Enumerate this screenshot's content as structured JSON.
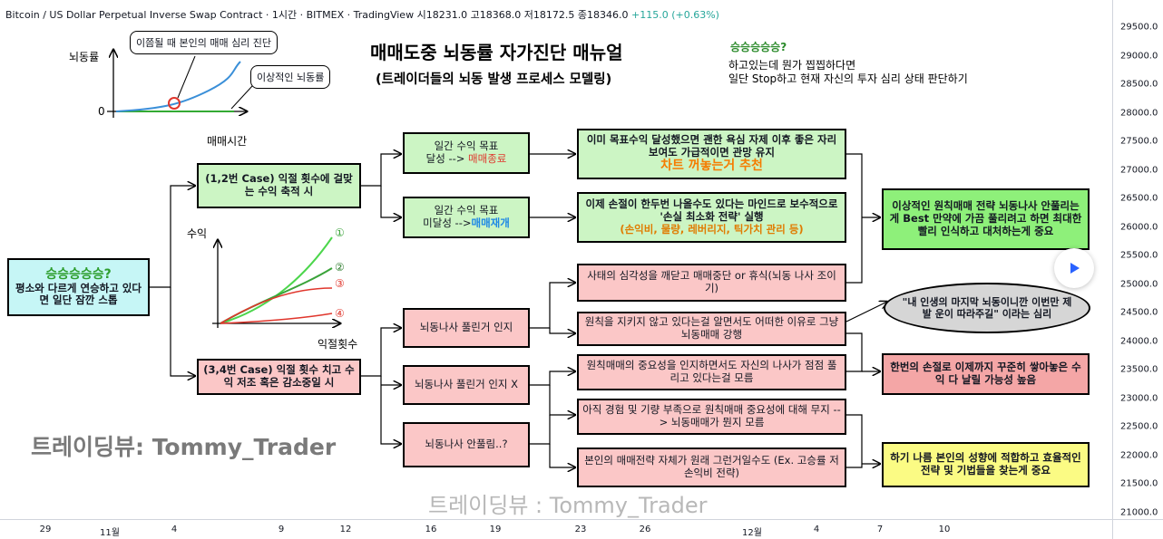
{
  "header": {
    "symbol": "Bitcoin / US Dollar Perpetual Inverse Swap Contract · 1시간 · BITMEX · TradingView",
    "ohlc": " 시18231.0 고18368.0 저18172.5 종18346.0",
    "change": " +115.0 (+0.63%)"
  },
  "price_axis": [
    "29500.0",
    "29000.0",
    "28500.0",
    "28000.0",
    "27500.0",
    "27000.0",
    "26500.0",
    "26000.0",
    "25500.0",
    "25000.0",
    "24500.0",
    "24000.0",
    "23500.0",
    "23000.0",
    "22500.0",
    "22000.0",
    "21500.0",
    "21000.0"
  ],
  "time_axis": [
    "29",
    "11월",
    "4",
    "9",
    "12",
    "16",
    "19",
    "23",
    "26",
    "12월",
    "4",
    "7",
    "10"
  ],
  "main_title": "매매도중 뇌동률 자가진단 매뉴얼",
  "sub_title": "(트레이더들의 뇌동 발생 프로세스 모델링)",
  "top_right": {
    "heading": "승승승승승?",
    "line1": "하고있는데 뭔가 찝찝하다면",
    "line2": "일단 Stop하고 현재 자신의 투자 심리 상태 판단하기"
  },
  "chart1": {
    "ylabel": "뇌동률",
    "xlabel": "매매시간",
    "zero": "0",
    "callout1": "이쯤될 때 본인의 매매 심리 진단",
    "callout2": "이상적인 뇌동률"
  },
  "chart2": {
    "ylabel": "수익",
    "xlabel": "익절횟수",
    "markers": [
      "①",
      "②",
      "③",
      "④"
    ]
  },
  "boxes": {
    "root_title": "승승승승승?",
    "root_body": "평소와 다르게 연승하고 있다면 일단 잠깐 스톱",
    "case12": "(1,2번 Case) 익절 횟수에 걸맞는 수익 축적 시",
    "case34": "(3,4번 Case) 익절 횟수 치고 수익 저조 혹은 감소중일 시",
    "goal_met_a": "일간 수익 목표",
    "goal_met_b": "달성 --> ",
    "goal_met_c": "매매종료",
    "goal_unmet_a": "일간 수익 목표",
    "goal_unmet_b": "미달성 -->",
    "goal_unmet_c": "매매재개",
    "met_result_a": "이미 목표수익 달성했으면 괜한 욕심 자제 이후 좋은 자리 보여도 가급적이면 관망 유지",
    "met_result_b": "차트 꺼놓는거 추천",
    "unmet_result_a": "이제 손절이 한두번 나올수도 있다는 마인드로 보수적으로 '손실 최소화 전략' 실행",
    "unmet_result_b": "(손익비, 물량, 레버리지, 틱가치 관리 등)",
    "ideal": "이상적인 원칙매매 전략 뇌동나사 안풀리는게 Best 만약에 가끔 풀리려고 하면 최대한 빨리 인식하고 대처하는게 중요",
    "loose": "뇌동나사 풀린거 인지",
    "notloose": "뇌동나사 풀린거 인지 X",
    "loosening": "뇌동나사 안풀림..?",
    "r1": "사태의 심각성을 깨닫고 매매중단 or 휴식(뇌동 나사 조이기)",
    "r2": "원칙을 지키지 않고 있다는걸 알면서도 어떠한 이유로 그냥 뇌동매매 강행",
    "r3": "원칙매매의 중요성을 인지하면서도 자신의 나사가 점점 풀리고 있다는걸 모름",
    "r4": "아직 경험 및 기량 부족으로 원칙매매 중요성에 대해 무지 --> 뇌동매매가 뭔지 모름",
    "r5": "본인의 매매전략 자체가 원래 그런거일수도 (Ex. 고승률 저손익비 전략)",
    "oval": "\"내 인생의 마지막 뇌동이니깐 이번만 제발 운이 따라주길\" 이라는 심리",
    "danger": "한번의 손절로 이제까지 꾸준히 쌓아놓은 수익 다 날릴 가능성 높음",
    "find": "하기 나름 본인의 성향에 적합하고 효율적인 전략 및 기법들을 찾는게 중요"
  },
  "watermark_left": "트레이딩뷰: Tommy_Trader",
  "watermark_bottom": "트레이딩뷰 : Tommy_Trader",
  "colors": {
    "green_box": "#ccf5c4",
    "pink_box": "#fbc7c7",
    "cyan_box": "#c6f6f6",
    "yellow_box": "#fbfb84",
    "accent_red": "#e0362c",
    "accent_blue": "#1e88e5"
  }
}
